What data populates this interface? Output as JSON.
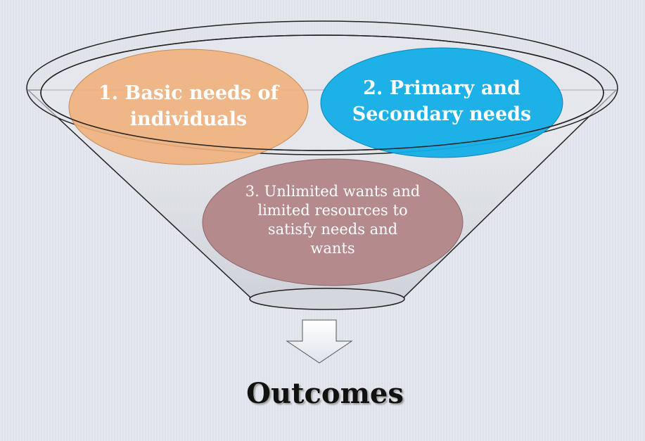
{
  "diagram": {
    "items": [
      {
        "label_lines": [
          "1. Basic needs of",
          "individuals"
        ],
        "color": "#f0b07c"
      },
      {
        "label_lines": [
          "2. Primary and",
          "Secondary needs"
        ],
        "color": "#12aee8"
      },
      {
        "label_lines": [
          "3. Unlimited wants and",
          "limited resources to",
          "satisfy needs and",
          "wants"
        ],
        "color": "#b48a8c"
      }
    ],
    "outcome_label": "Outcomes"
  }
}
